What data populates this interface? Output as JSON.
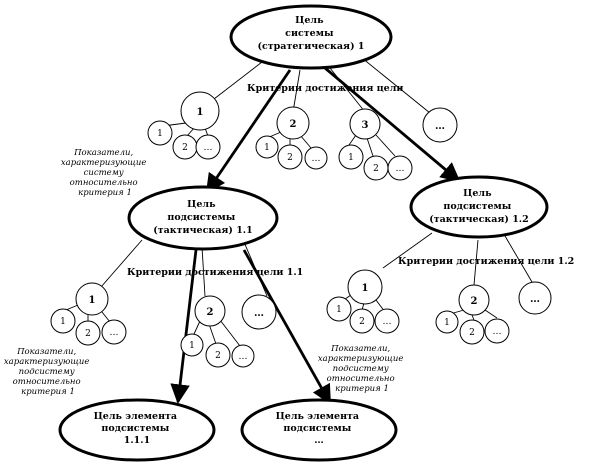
{
  "goals": {
    "system": [
      "Цель",
      "системы",
      "(стратегическая) 1"
    ],
    "sub_1_1": [
      "Цель",
      "подсистемы",
      "(тактическая) 1.1"
    ],
    "sub_1_2": [
      "Цель",
      "подсистемы",
      "(тактическая) 1.2"
    ],
    "elem_1_1_1": [
      "Цель элемента",
      "подсистемы",
      "1.1.1"
    ],
    "elem_dots": [
      "Цель элемента",
      "подсистемы",
      "…"
    ]
  },
  "criteria": {
    "system": "Критерии достижения цели",
    "sub_1_1": "Критерии достижения цели 1.1",
    "sub_1_2": "Критерии достижения цели 1.2"
  },
  "criteria_nodes": {
    "top": [
      "1",
      "2",
      "3",
      "…"
    ],
    "sub_1_1": [
      "1",
      "2",
      "…"
    ],
    "sub_1_2": [
      "1",
      "2",
      "…"
    ]
  },
  "indicator_nodes": [
    "1",
    "2",
    "…"
  ],
  "notes": {
    "system": [
      "Показатели,",
      "характеризующие",
      "систему",
      "относительно",
      "критерия 1"
    ],
    "sub_1_1": [
      "Показатели,",
      "характеризующие",
      "подсистему",
      "относительно",
      "критерия 1"
    ],
    "sub_1_2": [
      "Показатели,",
      "характеризующие",
      "подсистему",
      "относительно",
      "критерия 1"
    ]
  }
}
